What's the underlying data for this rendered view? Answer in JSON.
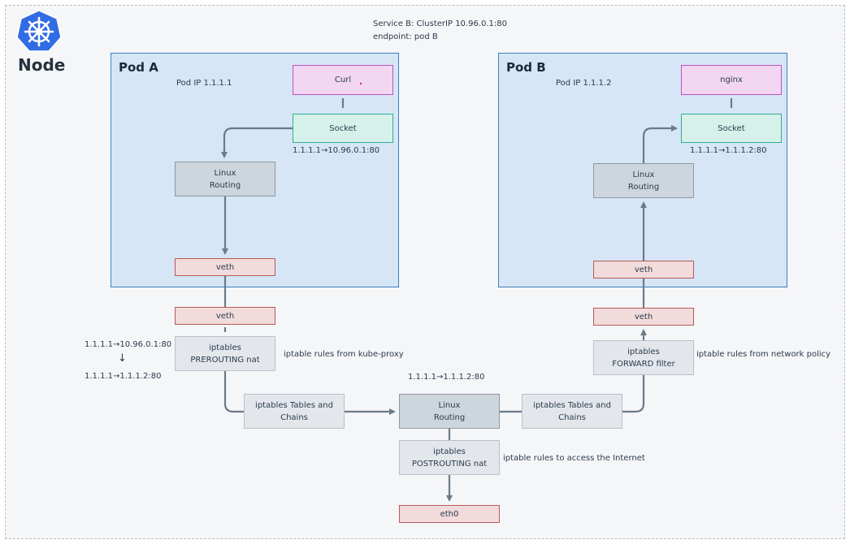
{
  "node": {
    "label": "Node"
  },
  "service": {
    "line1": "Service B: ClusterIP 10.96.0.1:80",
    "line2": "endpoint: pod B"
  },
  "pod_a": {
    "title": "Pod A",
    "ip": "Pod IP 1.1.1.1",
    "app": "Curl",
    "socket": "Socket",
    "socket_note": "1.1.1.1→10.96.0.1:80",
    "routing": "Linux\nRouting",
    "veth_inner": "veth"
  },
  "pod_b": {
    "title": "Pod B",
    "ip": "Pod IP 1.1.1.2",
    "app": "nginx",
    "socket": "Socket",
    "socket_note": "1.1.1.1→1.1.1.2:80",
    "routing": "Linux\nRouting",
    "veth_inner": "veth"
  },
  "host": {
    "veth_a": "veth",
    "veth_b": "veth",
    "prerouting": "iptables\nPREROUTING nat",
    "prerouting_note": "iptable rules from kube-proxy",
    "dnat_from": "1.1.1.1→10.96.0.1:80",
    "dnat_arrow": "↓",
    "dnat_to": "1.1.1.1→1.1.1.2:80",
    "tables_left": "iptables Tables and\nChains",
    "routing": "Linux\nRouting",
    "routing_note": "1.1.1.1→1.1.1.2:80",
    "tables_right": "iptables Tables and\nChains",
    "forward": "iptables\nFORWARD filter",
    "forward_note": "iptable rules from network policy",
    "postrouting": "iptables\nPOSTROUTING nat",
    "postrouting_note": "iptable rules to access the Internet",
    "eth0": "eth0"
  },
  "colors": {
    "pod_fill": "#d6e6f6",
    "pod_border": "#3d7fc0",
    "app_fill": "#f2d6f2",
    "socket_fill": "#d6f1ea",
    "routing_fill": "#cdd5dd",
    "iptables_fill": "#e3e7ec",
    "veth_fill": "#f1dbdb",
    "connector": "#6b7a88",
    "logo": "#326ce5"
  },
  "icons": {
    "logo": "kubernetes-helm-wheel-icon"
  }
}
